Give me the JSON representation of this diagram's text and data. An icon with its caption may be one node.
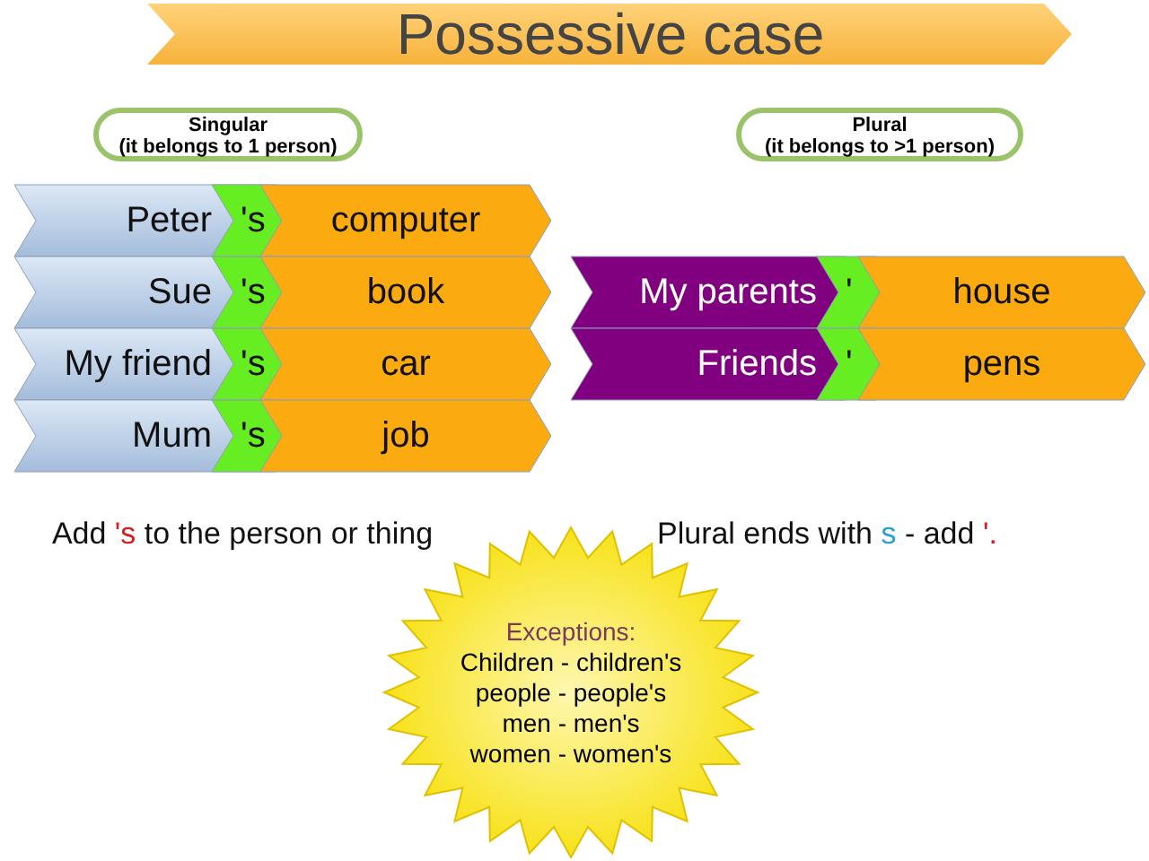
{
  "diagram": {
    "title": "Possessive case",
    "nodes": [
      {
        "text": [
          "Singular",
          "(it belongs to 1 person)"
        ]
      },
      {
        "text": [
          "Plural",
          "(it belongs to >1 person)"
        ]
      },
      {
        "text": [
          "Peter"
        ]
      },
      {
        "text": [
          "'s"
        ]
      },
      {
        "text": [
          "computer"
        ]
      },
      {
        "text": [
          "Sue"
        ]
      },
      {
        "text": [
          "'s"
        ]
      },
      {
        "text": [
          "book"
        ]
      },
      {
        "text": [
          "My friend"
        ]
      },
      {
        "text": [
          "'s"
        ]
      },
      {
        "text": [
          "car"
        ]
      },
      {
        "text": [
          "Mum"
        ]
      },
      {
        "text": [
          "'s"
        ]
      },
      {
        "text": [
          "job"
        ]
      },
      {
        "text": [
          "My parents"
        ]
      },
      {
        "text": [
          "'"
        ]
      },
      {
        "text": [
          "house"
        ]
      },
      {
        "text": [
          "Friends"
        ]
      },
      {
        "text": [
          "'"
        ]
      },
      {
        "text": [
          "pens"
        ]
      },
      {
        "text": [
          "Exceptions:",
          "Children - children's",
          "people - people's",
          "men - men's",
          "women - women's"
        ]
      }
    ],
    "edges": [],
    "labels": [
      "Add",
      "'s",
      "to the person or thing",
      "Plural ends with",
      "s",
      "- add",
      "'."
    ]
  }
}
